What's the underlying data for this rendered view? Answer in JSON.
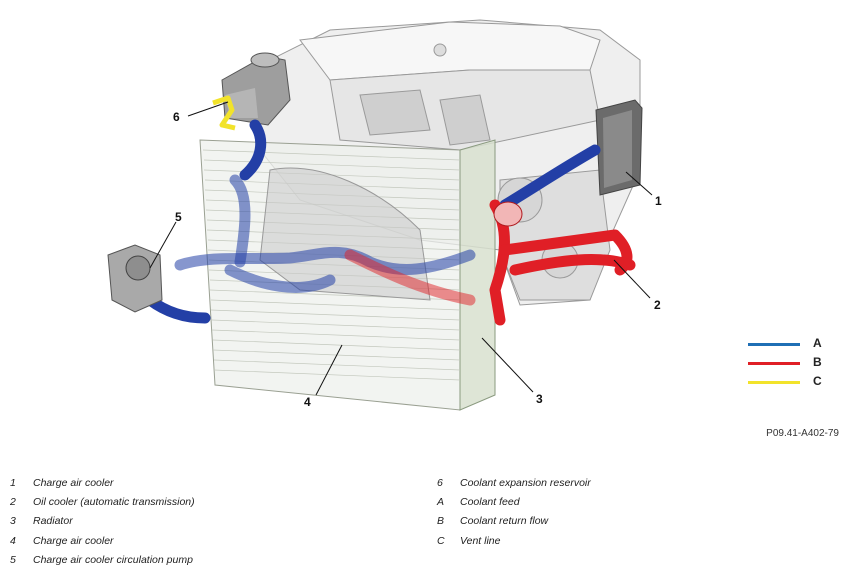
{
  "figure": {
    "code": "P09.41-A402-79",
    "callouts": [
      "1",
      "2",
      "3",
      "4",
      "5",
      "6"
    ]
  },
  "legend": {
    "items": [
      {
        "letter": "A",
        "color": "#1f6fb5"
      },
      {
        "letter": "B",
        "color": "#e01f26"
      },
      {
        "letter": "C",
        "color": "#f2e32a"
      }
    ]
  },
  "keys": {
    "left": [
      {
        "id": "1",
        "text": "Charge air cooler"
      },
      {
        "id": "2",
        "text": "Oil cooler (automatic transmission)"
      },
      {
        "id": "3",
        "text": "Radiator"
      },
      {
        "id": "4",
        "text": "Charge air cooler"
      },
      {
        "id": "5",
        "text": "Charge air cooler circulation pump"
      }
    ],
    "right": [
      {
        "id": "6",
        "text": "Coolant expansion reservoir"
      },
      {
        "id": "A",
        "text": "Coolant feed"
      },
      {
        "id": "B",
        "text": "Coolant return flow"
      },
      {
        "id": "C",
        "text": "Vent line"
      }
    ]
  }
}
